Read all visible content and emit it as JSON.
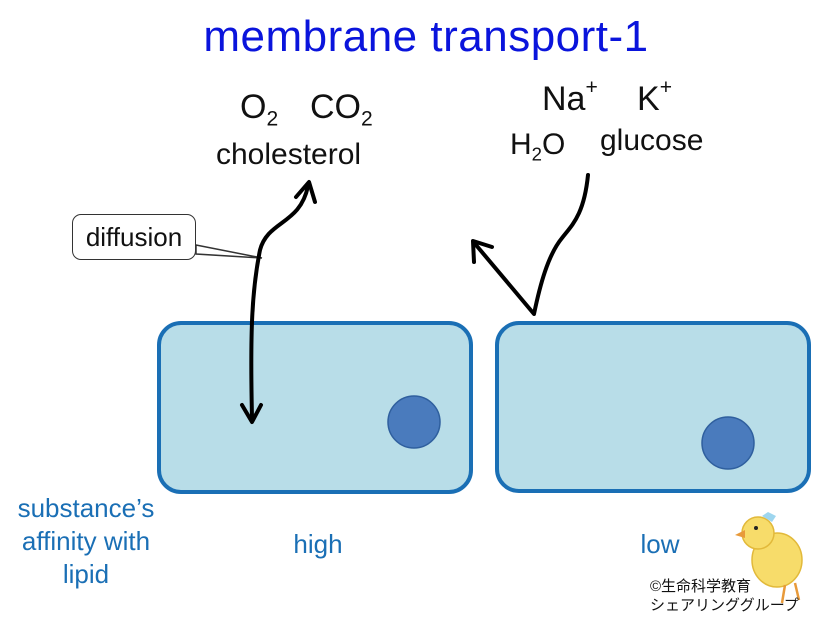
{
  "title": "membrane transport-1",
  "lipid_soluble": {
    "o2": {
      "base": "O",
      "sub": "2"
    },
    "co2": {
      "base": "CO",
      "sub": "2"
    },
    "cholesterol": "cholesterol"
  },
  "water_soluble": {
    "na": {
      "base": "Na",
      "sup": "+"
    },
    "k": {
      "base": "K",
      "sup": "+"
    },
    "h2o": {
      "pre": "H",
      "sub": "2",
      "post": "O"
    },
    "glucose": "glucose"
  },
  "callout_label": "diffusion",
  "affinity_label": [
    "substance’s",
    "affinity with",
    "lipid"
  ],
  "level_high": "high",
  "level_low": "low",
  "copyright": [
    "©生命科学教育",
    "シェアリンググループ"
  ],
  "colors": {
    "title": "#0a14dc",
    "label": "#1a6fb5",
    "cell_fill": "#b8dde8",
    "cell_border": "#1a6fb5",
    "nucleus": "#4a7bbd"
  }
}
